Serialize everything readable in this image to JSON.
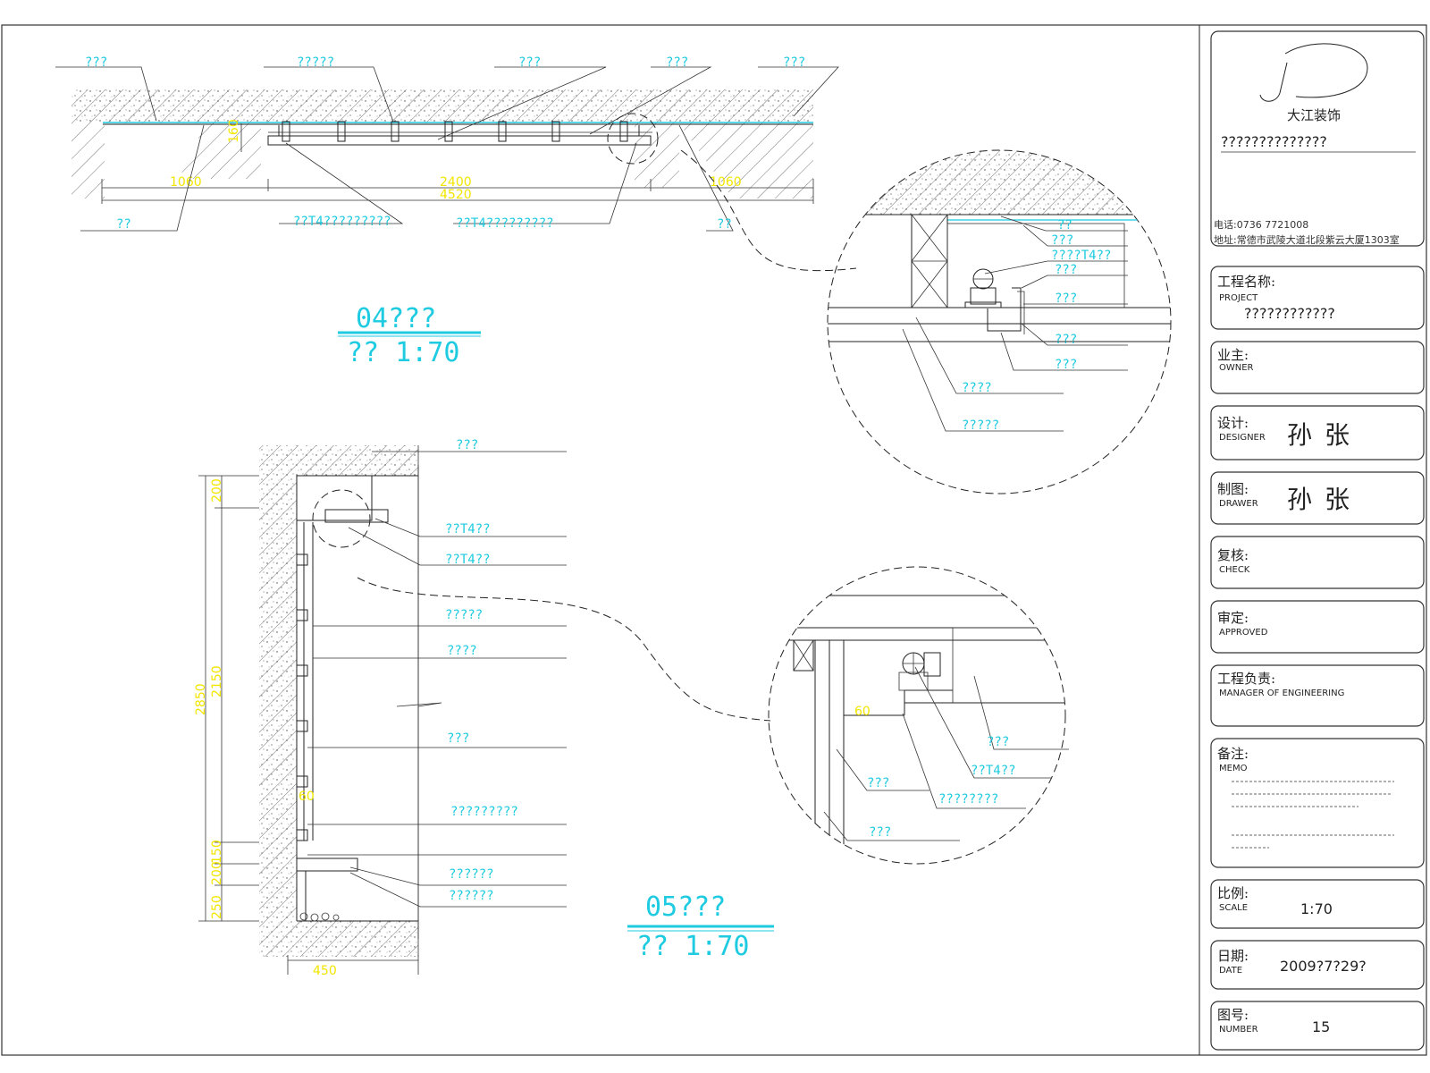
{
  "labels_top": {
    "l1": "???",
    "l2": "?????",
    "l3": "???",
    "l4": "???",
    "l5": "???",
    "b1": "??",
    "b2": "??T4?????????",
    "b3": "??T4?????????",
    "b4": "??"
  },
  "dims_top": {
    "d1060a": "1060",
    "d2400": "2400",
    "d4520": "4520",
    "d1060b": "1060",
    "d160": "160"
  },
  "title_04": {
    "tag": "04???",
    "scale": "?? 1:70"
  },
  "detail1": {
    "t1": "??",
    "t2": "???",
    "t3": "????T4??",
    "t4": "???",
    "t5": "???",
    "t6": "???",
    "t7": "???",
    "t8": "????",
    "t9": "?????"
  },
  "labels_05": {
    "a1": "???",
    "a2": "??T4??",
    "a3": "??T4??",
    "a4": "?????",
    "a5": "????",
    "a6": "???",
    "a7": "?????????",
    "a8": "??????",
    "a9": "??????"
  },
  "dims_05": {
    "d200": "200",
    "d2150": "2150",
    "d2850": "2850",
    "d60": "60",
    "d250": "250",
    "d200b": "200",
    "d150": "150",
    "d450": "450"
  },
  "title_05": {
    "tag": "05???",
    "scale": "?? 1:70"
  },
  "detail2": {
    "dim60": "60",
    "t1": "???",
    "t2": "??T4??",
    "t3": "???",
    "t4": "????????",
    "t5": "???"
  },
  "title_block": {
    "logo_text": "大江装饰",
    "company": "??????????????",
    "phone": "电话:0736   7721008",
    "address": "地址:常德市武陵大道北段紫云大厦1303室",
    "project_cn": "工程名称:",
    "project_en": "PROJECT",
    "project_value": "????????????",
    "owner_cn": "业主:",
    "owner_en": "OWNER",
    "designer_cn": "设计:",
    "designer_en": "DESIGNER",
    "designer_value": "孙张",
    "drawer_cn": "制图:",
    "drawer_en": "DRAWER",
    "drawer_value": "孙张",
    "check_cn": "复核:",
    "check_en": "CHECK",
    "approved_cn": "审定:",
    "approved_en": "APPROVED",
    "manager_cn": "工程负责:",
    "manager_en": "MANAGER OF ENGINEERING",
    "memo_cn": "备注:",
    "memo_en": "MEMO",
    "scale_cn": "比例:",
    "scale_en": "SCALE",
    "scale_value": "1:70",
    "date_cn": "日期:",
    "date_en": "DATE",
    "date_value": "2009?7?29?",
    "number_cn": "图号:",
    "number_en": "NUMBER",
    "number_value": "15"
  },
  "colors": {
    "label": "#1ecbe1",
    "dimension": "#f2e600",
    "line": "#222222"
  }
}
